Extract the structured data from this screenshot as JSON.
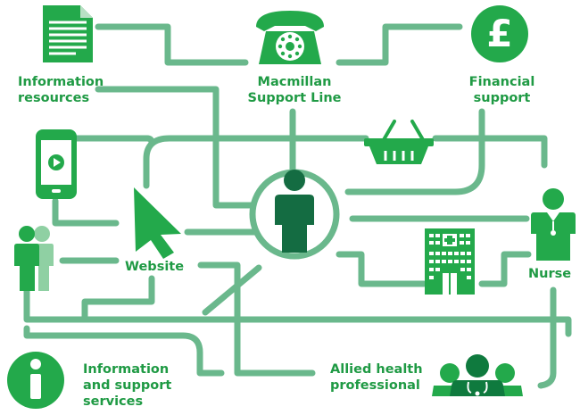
{
  "colors": {
    "line": "#6ab88c",
    "icon": "#23a94b",
    "icon_dark": "#0f7a3e",
    "central": "#146c42",
    "central_ring": "#6ab88c",
    "label": "#1f9a44"
  },
  "nodes": {
    "information_resources": {
      "label_line1": "Information",
      "label_line2": "resources",
      "icon": "document-icon"
    },
    "support_line": {
      "label_line1": "Macmillan",
      "label_line2": "Support Line",
      "icon": "telephone-icon"
    },
    "financial_support": {
      "label_line1": "Financial",
      "label_line2": "support",
      "icon": "pound-icon"
    },
    "mobile": {
      "icon": "mobile-video-icon"
    },
    "shop": {
      "icon": "shopping-basket-icon"
    },
    "website": {
      "label": "Website",
      "icon": "cursor-arrow-icon"
    },
    "person": {
      "icon": "person-icon"
    },
    "people": {
      "icon": "people-pair-icon"
    },
    "hospital": {
      "icon": "hospital-icon"
    },
    "nurse": {
      "label": "Nurse",
      "icon": "nurse-icon"
    },
    "info_services": {
      "label_line1": "Information",
      "label_line2": "and support",
      "label_line3": "services",
      "icon": "info-icon"
    },
    "allied_health": {
      "label_line1": "Allied health",
      "label_line2": "professional",
      "icon": "health-team-icon"
    }
  }
}
